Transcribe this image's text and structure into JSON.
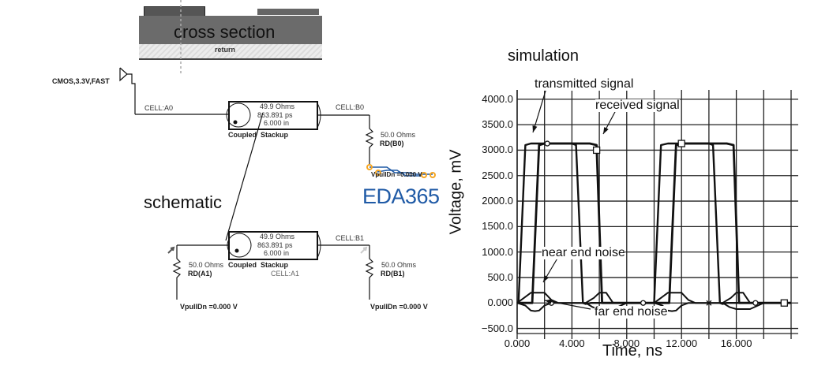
{
  "cross_section": {
    "title": "cross section",
    "return_label": "return"
  },
  "schematic": {
    "label": "schematic",
    "driver": {
      "label": "CMOS,3.3V,FAST"
    },
    "cells": {
      "a0": "CELL:A0",
      "b0": "CELL:B0",
      "a1": "CELL:A1",
      "b1": "CELL:B1"
    },
    "stackup_top": {
      "impedance": "49.9 Ohms",
      "delay": "863.891 ps",
      "length": "6.000 in",
      "name": "Coupled  Stackup"
    },
    "stackup_bottom": {
      "impedance": "49.9 Ohms",
      "delay": "863.891 ps",
      "length": "6.000 in",
      "name": "Coupled  Stackup"
    },
    "resistors": {
      "b0": {
        "value": "50.0 Ohms",
        "name": "RD(B0)"
      },
      "a1": {
        "value": "50.0 Ohms",
        "name": "RD(A1)"
      },
      "b1": {
        "value": "50.0 Ohms",
        "name": "RD(B1)"
      }
    },
    "pulldowns": {
      "b0": "VpullDn =0.000 V",
      "a1": "VpullDn =0.000 V",
      "b1": "VpullDn =0.000 V"
    }
  },
  "watermark": {
    "text": "EDA365",
    "color": "#1f5aa6",
    "accent": "#f5a623"
  },
  "chart_data": {
    "type": "line",
    "title": "simulation",
    "xlabel": "Time, ns",
    "ylabel": "Voltage, mV",
    "xlim": [
      0,
      20
    ],
    "ylim": [
      -500,
      4000
    ],
    "x_ticks": [
      0,
      2,
      4,
      6,
      8,
      10,
      12,
      14,
      16,
      18,
      20
    ],
    "x_tick_labels": [
      "0.000",
      "4.000",
      "8.000",
      "12.000",
      "16.000"
    ],
    "x_tick_label_values": [
      0,
      4,
      8,
      12,
      16
    ],
    "y_ticks": [
      -500,
      0,
      500,
      1000,
      1500,
      2000,
      2500,
      3000,
      3500,
      4000
    ],
    "y_tick_labels": [
      "-500.0",
      "0.000",
      "500.0",
      "1000.0",
      "1500.0",
      "2000.0",
      "2500.0",
      "3000.0",
      "3500.0",
      "4000.0"
    ],
    "grid": true,
    "annotations": [
      "transmitted signal",
      "received signal",
      "near end noise",
      "far end noise"
    ],
    "series": [
      {
        "name": "transmitted signal",
        "x": [
          0,
          0.1,
          0.6,
          1.0,
          2.0,
          3.0,
          4.0,
          4.3,
          4.8,
          5.0,
          5.4,
          6.0,
          8.0,
          9.9,
          10.0,
          10.5,
          11.0,
          12.0,
          13.0,
          14.0,
          14.3,
          14.8,
          15.0,
          15.3,
          16.0,
          18.0,
          20.0
        ],
        "y": [
          0,
          0,
          3100,
          3130,
          3130,
          3130,
          3130,
          3100,
          0,
          -20,
          0,
          0,
          0,
          0,
          0,
          3100,
          3130,
          3130,
          3130,
          3130,
          3100,
          0,
          -20,
          0,
          0,
          0,
          0
        ]
      },
      {
        "name": "received signal",
        "x": [
          0,
          0.9,
          1.1,
          1.6,
          2.0,
          3.0,
          4.0,
          5.0,
          5.3,
          5.8,
          6.2,
          7.0,
          8.0,
          10.0,
          10.9,
          11.1,
          11.6,
          12.0,
          13.0,
          14.0,
          15.0,
          15.3,
          15.8,
          16.2,
          17.0,
          18.0,
          20.0
        ],
        "y": [
          0,
          0,
          0,
          3100,
          3130,
          3130,
          3130,
          3130,
          3130,
          3100,
          0,
          0,
          0,
          0,
          0,
          0,
          3100,
          3130,
          3130,
          3130,
          3130,
          3130,
          3100,
          0,
          0,
          0,
          0
        ]
      },
      {
        "name": "near end noise",
        "x": [
          0,
          0.5,
          1.0,
          1.5,
          2.0,
          2.5,
          3.0,
          5.0,
          5.6,
          6.0,
          6.5,
          7.0,
          8.0,
          10.0,
          10.5,
          11.0,
          11.5,
          12.0,
          12.5,
          13.0,
          15.0,
          15.6,
          16.0,
          16.5,
          17.0,
          18.0,
          20.0
        ],
        "y": [
          0,
          100,
          200,
          200,
          200,
          60,
          0,
          0,
          100,
          200,
          200,
          0,
          0,
          0,
          100,
          200,
          200,
          200,
          60,
          0,
          0,
          100,
          200,
          200,
          0,
          0,
          0
        ]
      },
      {
        "name": "far end noise",
        "x": [
          0,
          0.6,
          1.0,
          1.3,
          1.6,
          2.0,
          2.5,
          5.0,
          5.5,
          6.0,
          6.5,
          7.0,
          7.5,
          8.0,
          10.0,
          10.6,
          11.0,
          11.3,
          11.6,
          12.0,
          12.5,
          15.0,
          15.5,
          16.0,
          16.5,
          17.0,
          17.5,
          18.0,
          20.0
        ],
        "y": [
          0,
          -50,
          -150,
          -160,
          -150,
          -50,
          0,
          0,
          -80,
          -120,
          -120,
          -120,
          -60,
          0,
          0,
          -50,
          -150,
          -160,
          -150,
          -50,
          0,
          0,
          -80,
          -120,
          -120,
          -120,
          -60,
          0,
          0
        ]
      }
    ]
  }
}
